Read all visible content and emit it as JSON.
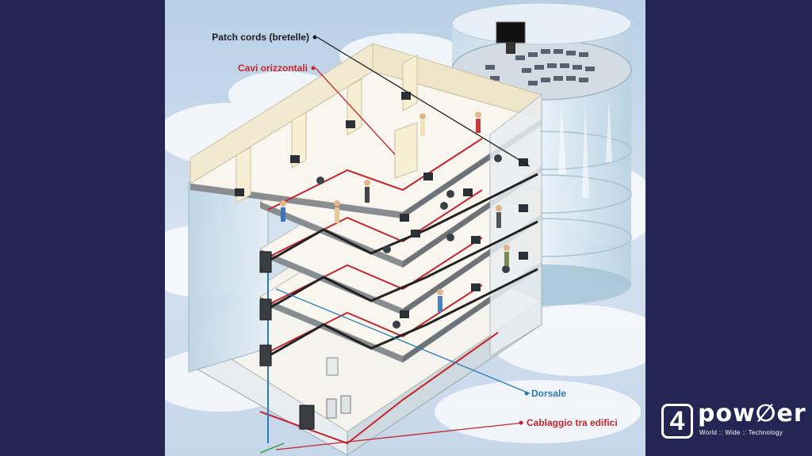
{
  "diagram": {
    "labels": {
      "patch_cords": "Patch cords (bretelle)",
      "cavi_orizzontali": "Cavi orizzontali",
      "dorsale": "Dorsale",
      "cablaggio": "Cablaggio tra edifici"
    },
    "colors": {
      "patch_cords": "#1c1c1c",
      "cavi_orizzontali": "#c4262e",
      "dorsale": "#2a7ab8",
      "cablaggio": "#c4262e",
      "background": "#232552",
      "sky": "#c9d8ea",
      "wall": "#f2ead0",
      "floor": "#f7f5ee",
      "glass": "#dbe9f2"
    },
    "icons": [
      "monitor-icon",
      "chair-icon",
      "person-icon",
      "server-rack-icon",
      "video-screen-icon"
    ]
  },
  "logo": {
    "digit": "4",
    "word": "pow∅er",
    "tagline": "World :: Wide :: Technology"
  }
}
